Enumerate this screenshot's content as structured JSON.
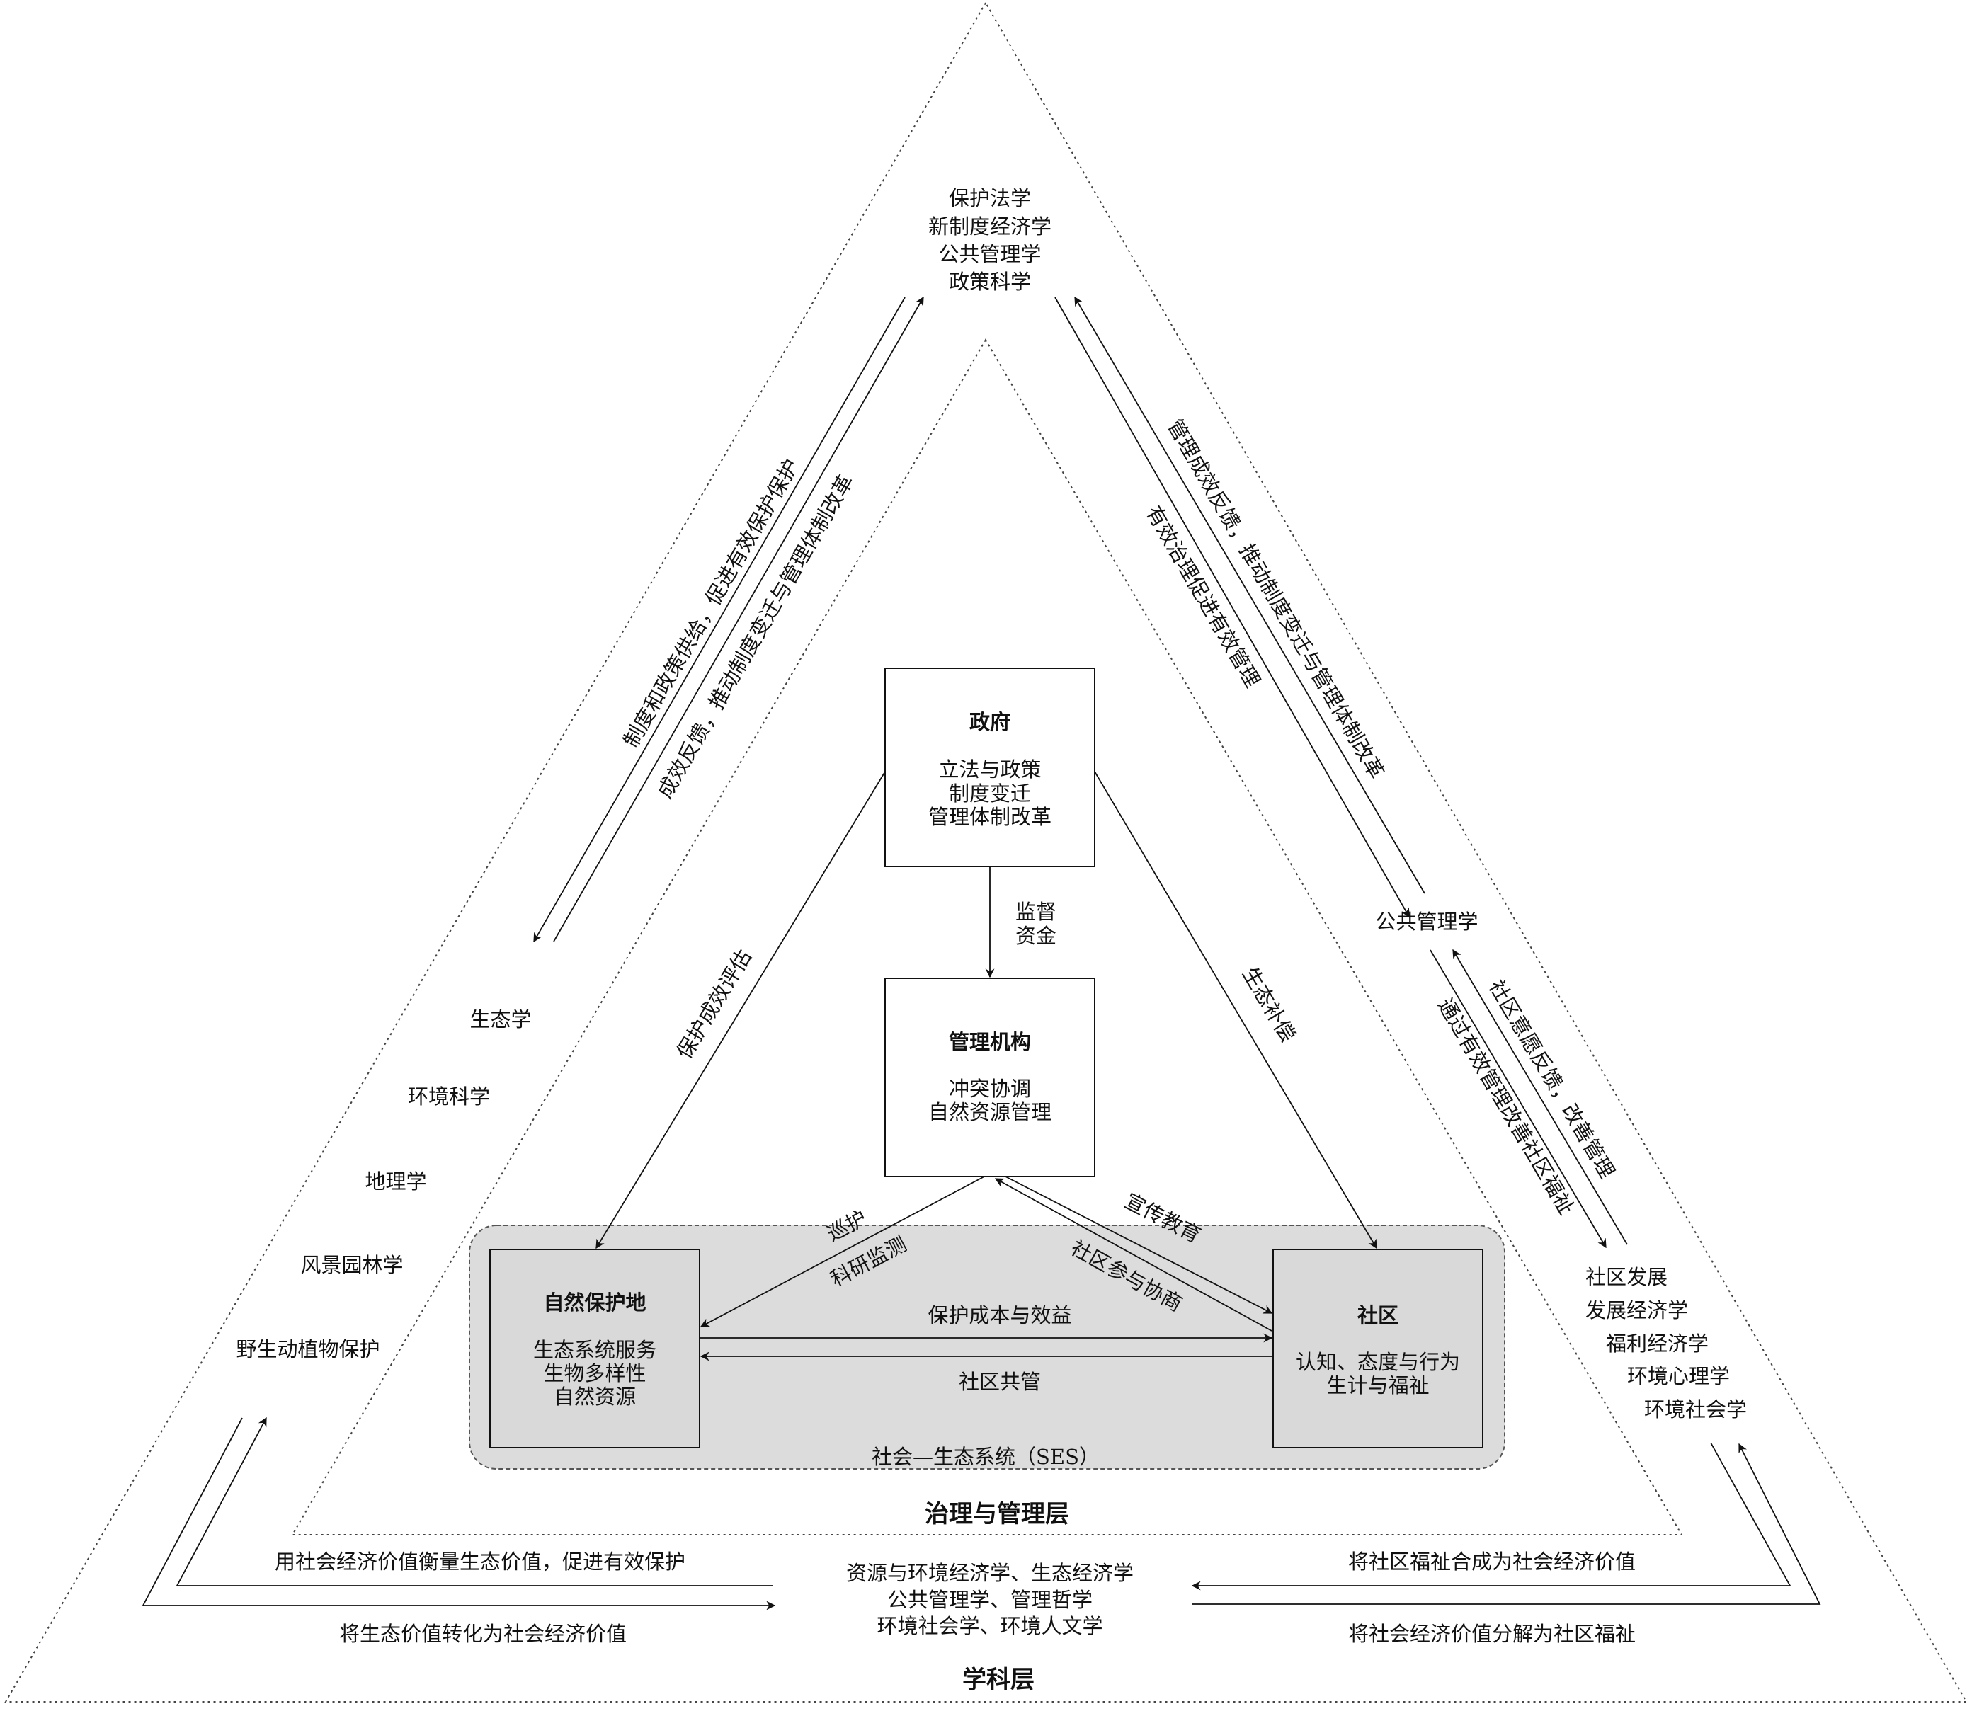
{
  "layers": {
    "discipline": "学科层",
    "governance": "治理与管理层"
  },
  "ses_label": "社会—生态系统（SES）",
  "boxes": {
    "government": {
      "title": "政府",
      "lines": [
        "立法与政策",
        "制度变迁",
        "管理体制改革"
      ]
    },
    "agency": {
      "title": "管理机构",
      "lines": [
        "冲突协调",
        "自然资源管理"
      ]
    },
    "protected_area": {
      "title": "自然保护地",
      "lines": [
        "生态系统服务",
        "生物多样性",
        "自然资源"
      ]
    },
    "community": {
      "title": "社区",
      "lines": [
        "认知、态度与行为",
        "生计与福祉"
      ]
    }
  },
  "disciplines": {
    "top": [
      "保护法学",
      "新制度经济学",
      "公共管理学",
      "政策科学"
    ],
    "left": [
      "生态学",
      "环境科学",
      "地理学",
      "风景园林学",
      "野生动植物保护"
    ],
    "right_mid": "公共管理学",
    "right_bottom": [
      "社区发展",
      "发展经济学",
      "福利经济学",
      "环境心理学",
      "环境社会学"
    ],
    "bottom": [
      "资源与环境经济学、生态经济学",
      "公共管理学、管理哲学",
      "环境社会学、环境人文学"
    ]
  },
  "arrow_labels": {
    "top_left_outer": "制度和政策供给，促进有效保护保护",
    "top_left_inner": "成效反馈，推动制度变迁与管理体制改革",
    "top_right_outer": "管理成效反馈，推动制度变迁与管理体制改革",
    "top_right_inner": "有效治理促进有效管理",
    "right_outer": "社区意愿反馈，改善管理",
    "right_inner": "通过有效管理改善社区福祉",
    "bottom_left_top": "用社会经济价值衡量生态价值，促进有效保护",
    "bottom_left_bottom": "将生态价值转化为社会经济价值",
    "bottom_right_top": "将社区福祉合成为社会经济价值",
    "bottom_right_bottom": "将社会经济价值分解为社区福祉",
    "gov_to_agency": [
      "监督",
      "资金"
    ],
    "gov_to_pa": "保护成效评估",
    "gov_to_community": "生态补偿",
    "agency_to_pa_1": "巡护",
    "agency_to_pa_2": "科研监测",
    "agency_to_community": "宣传教育",
    "community_to_agency": "社区参与协商",
    "pa_to_community": "保护成本与效益",
    "community_to_pa": "社区共管"
  }
}
